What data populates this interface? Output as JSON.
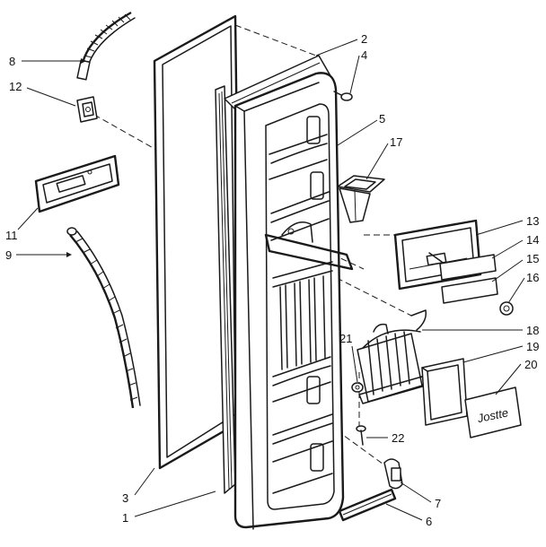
{
  "callouts": [
    {
      "id": "c1",
      "text": "1"
    },
    {
      "id": "c2",
      "text": "2"
    },
    {
      "id": "c3",
      "text": "3"
    },
    {
      "id": "c4",
      "text": "4"
    },
    {
      "id": "c5",
      "text": "5"
    },
    {
      "id": "c6",
      "text": "6"
    },
    {
      "id": "c7",
      "text": "7"
    },
    {
      "id": "c8",
      "text": "8"
    },
    {
      "id": "c9",
      "text": "9"
    },
    {
      "id": "c11",
      "text": "11"
    },
    {
      "id": "c12",
      "text": "12"
    },
    {
      "id": "c13",
      "text": "13"
    },
    {
      "id": "c14",
      "text": "14"
    },
    {
      "id": "c15",
      "text": "15"
    },
    {
      "id": "c16",
      "text": "16"
    },
    {
      "id": "c17",
      "text": "17"
    },
    {
      "id": "c18",
      "text": "18"
    },
    {
      "id": "c19",
      "text": "19"
    },
    {
      "id": "c20",
      "text": "20"
    },
    {
      "id": "c21",
      "text": "21"
    },
    {
      "id": "c22",
      "text": "22"
    }
  ],
  "label_card_text": "Jostte"
}
